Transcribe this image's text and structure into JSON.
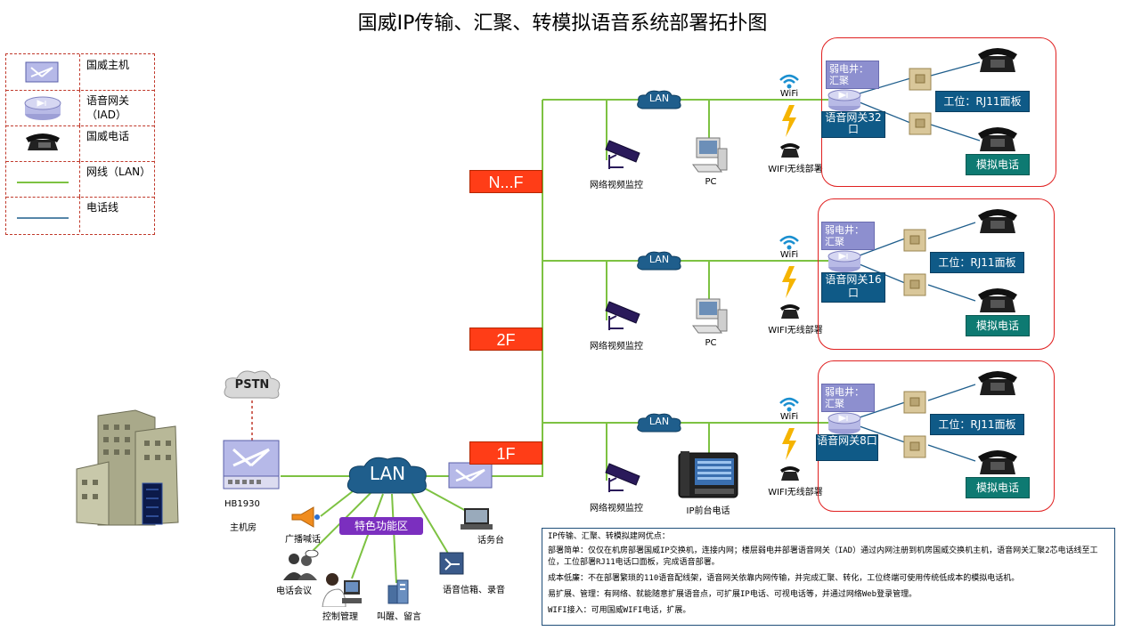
{
  "title": "国威IP传输、汇聚、转模拟语音系统部署拓扑图",
  "legend": [
    {
      "icon": "switch-host-icon",
      "label": "国威主机"
    },
    {
      "icon": "iad-gateway-icon",
      "label": "语音网关（IAD）"
    },
    {
      "icon": "telephone-icon",
      "label": "国威电话"
    },
    {
      "icon": "lan-line-icon",
      "label": "网线（LAN）"
    },
    {
      "icon": "phone-line-icon",
      "label": "电话线"
    }
  ],
  "floors": [
    {
      "badge": "N...F",
      "lan": "LAN",
      "camera_label": "网络视频监控",
      "terminal_label": "PC",
      "wifi_label": "WiFi",
      "wifi_phone_label": "WIFI无线部署",
      "well_label": "弱电井：汇聚",
      "gateway_label": "语音网关32口",
      "panel_label": "工位：RJ11面板",
      "analog_label": "模拟电话"
    },
    {
      "badge": "2F",
      "lan": "LAN",
      "camera_label": "网络视频监控",
      "terminal_label": "PC",
      "wifi_label": "WiFi",
      "wifi_phone_label": "WIFI无线部署",
      "well_label": "弱电井：汇聚",
      "gateway_label": "语音网关16口",
      "panel_label": "工位：RJ11面板",
      "analog_label": "模拟电话"
    },
    {
      "badge": "1F",
      "lan": "LAN",
      "camera_label": "网络视频监控",
      "terminal_label": "IP前台电话",
      "wifi_label": "WiFi",
      "wifi_phone_label": "WIFI无线部署",
      "well_label": "弱电井：汇聚",
      "gateway_label": "语音网关8口",
      "panel_label": "工位：RJ11面板",
      "analog_label": "模拟电话"
    }
  ],
  "core": {
    "pstn": "PSTN",
    "host_model": "HB1930",
    "machine_room": "主机房",
    "lan": "LAN",
    "feature_zone": "特色功能区"
  },
  "features": [
    {
      "icon": "broadcast-icon",
      "label": "广播喊话"
    },
    {
      "icon": "conference-icon",
      "label": "电话会议"
    },
    {
      "icon": "operator-icon",
      "label": "控制管理"
    },
    {
      "icon": "wakeup-icon",
      "label": "叫醒、留言"
    },
    {
      "icon": "voicemail-icon",
      "label": "语音信箱、录音"
    },
    {
      "icon": "console-icon",
      "label": "话务台"
    }
  ],
  "notes": [
    "IP传输、汇聚、转模拟建网优点：",
    "部署简单：仅仅在机房部署国威IP交换机，连接内网；楼层弱电井部署语音网关（IAD）通过内网注册到机房国威交换机主机，语音网关汇聚2芯电话线至工位，工位部署RJ11电话口面板，完成语音部署。",
    "成本低廉：不在部署繁琐的110语音配线架，语音网关依靠内网传输，并完成汇聚、转化，工位终端可使用传统低成本的模拟电话机。",
    "易扩展、管理：有网络、就能随意扩展语音点，可扩展IP电话、可视电话等，并通过网络Web登录管理。",
    "WIFI接入：可用国威WIFI电话，扩展。"
  ],
  "colors": {
    "lan_line": "#7dc242",
    "phone_line": "#1f5e8c",
    "floor_badge": "#ff3d17",
    "zone_border": "#e02020"
  }
}
